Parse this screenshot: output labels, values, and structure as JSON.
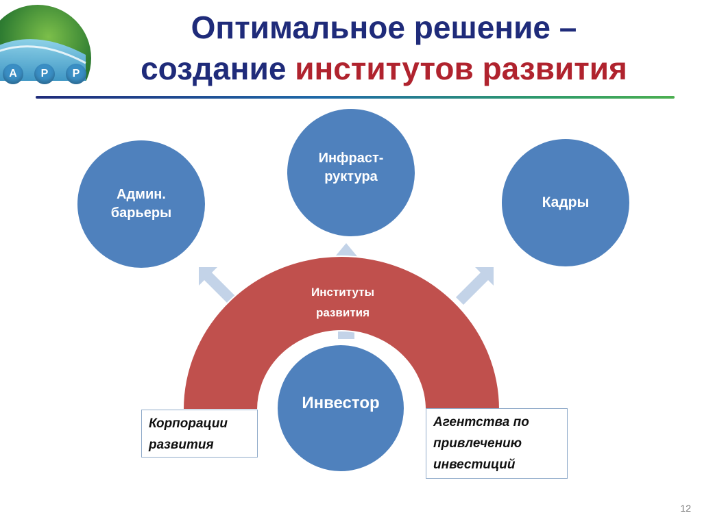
{
  "logo": {
    "letters": [
      "А",
      "Р",
      "Р"
    ]
  },
  "title": {
    "line1": "Оптимальное решение –",
    "line2_plain": "создание ",
    "line2_accent": "институтов развития"
  },
  "colors": {
    "title": "#1f2b7a",
    "accent": "#b0232e",
    "node": "#4f81bd",
    "arch": "#c0504d",
    "arrow": "#c3d3e8"
  },
  "nodes": {
    "admin": "Админ.\nбарьеры",
    "infra": "Инфраст-\nруктура",
    "kadry": "Кадры",
    "investor": "Инвестор"
  },
  "arch_label": "Институты\nразвития",
  "boxes": {
    "corporations": "Корпорации\nразвития",
    "agencies": "Агентства по\nпривлечению\nинвестиций"
  },
  "page_number": "12"
}
